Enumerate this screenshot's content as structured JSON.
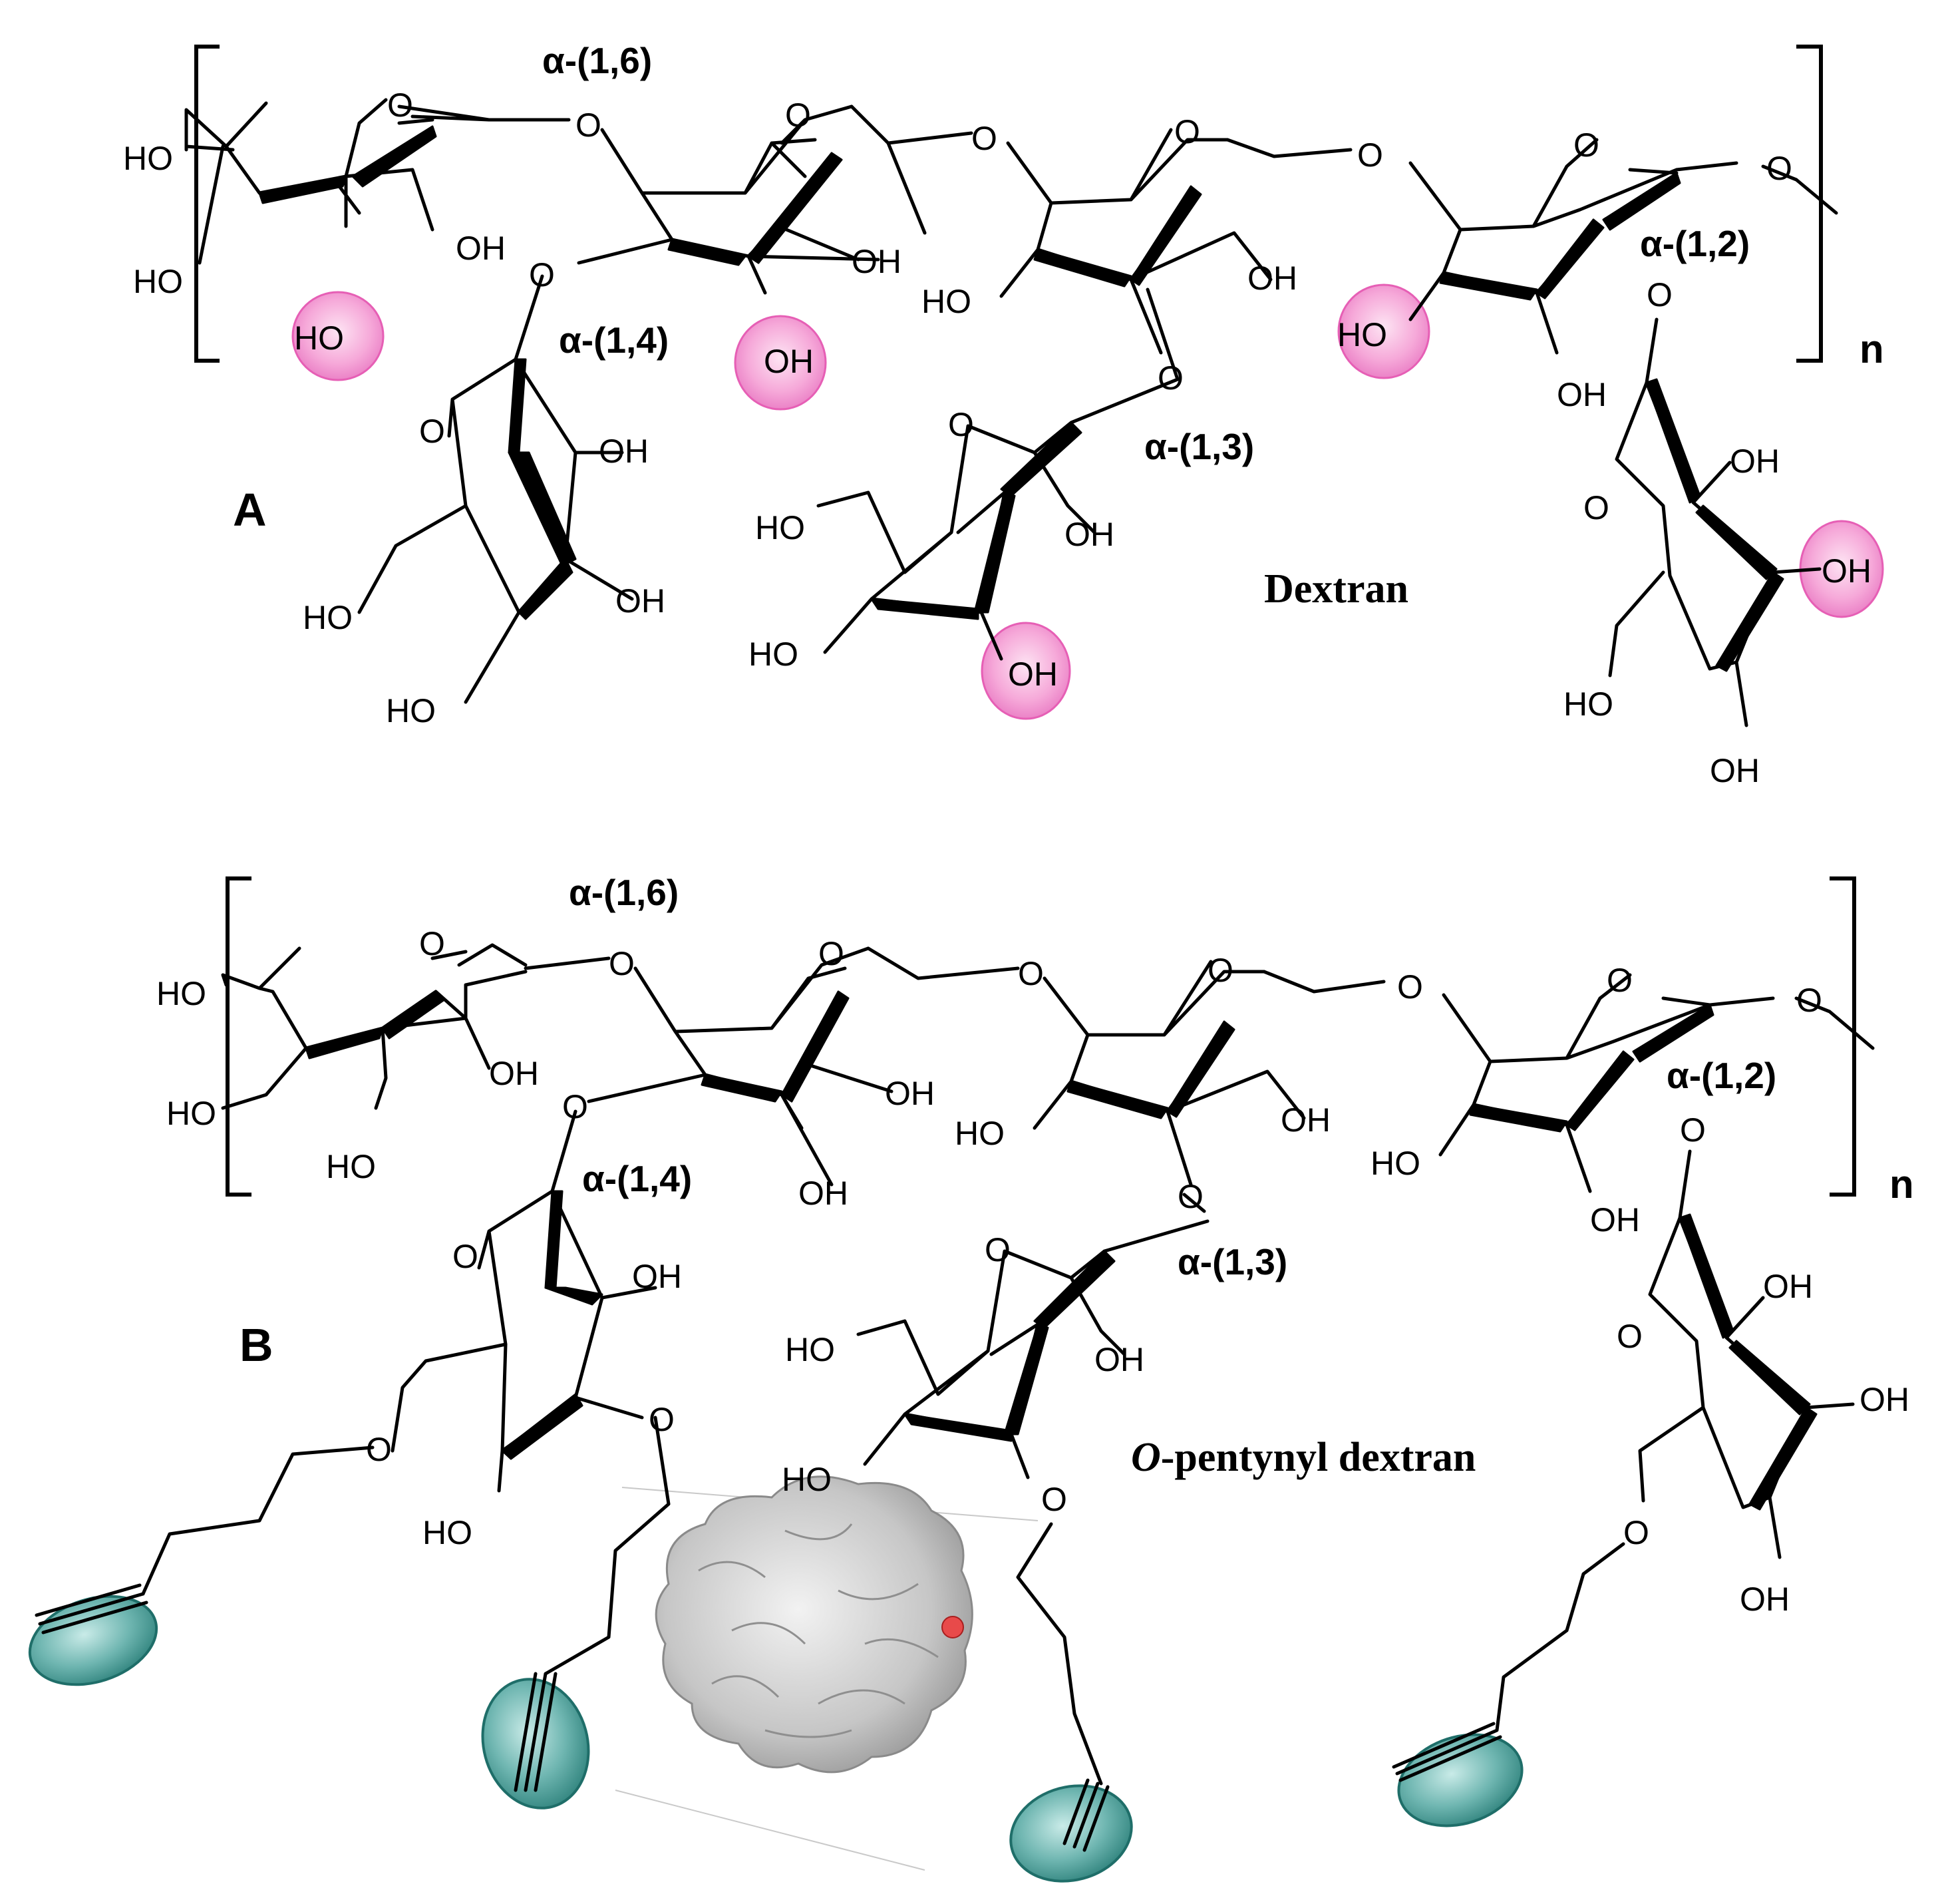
{
  "colors": {
    "highlight_pink": "#f6a9d9",
    "highlight_pink_edge": "#e65fb5",
    "alkyne_teal": "#5ea7a2",
    "alkyne_teal_edge": "#1f6e69",
    "protein_gray": "#c4c4c4",
    "protein_red": "#e84a4a"
  },
  "panel_a": {
    "label": "A",
    "name": "Dextran",
    "repeat": "n",
    "links": {
      "l16": "α-(1,6)",
      "l14": "α-(1,4)",
      "l13": "α-(1,3)",
      "l12": "α-(1,2)"
    },
    "o": "O",
    "ho": "HO",
    "oh": "OH"
  },
  "panel_b": {
    "label": "B",
    "name_italic": "O",
    "name_rest": "-pentynyl dextran",
    "repeat": "n",
    "links": {
      "l16": "α-(1,6)",
      "l14": "α-(1,4)",
      "l13": "α-(1,3)",
      "l12": "α-(1,2)"
    },
    "o": "O",
    "ho": "HO",
    "oh": "OH"
  },
  "icons": [
    "pink-hydroxyl-highlight-icon",
    "teal-alkyne-highlight-icon",
    "protein-surface-icon"
  ]
}
